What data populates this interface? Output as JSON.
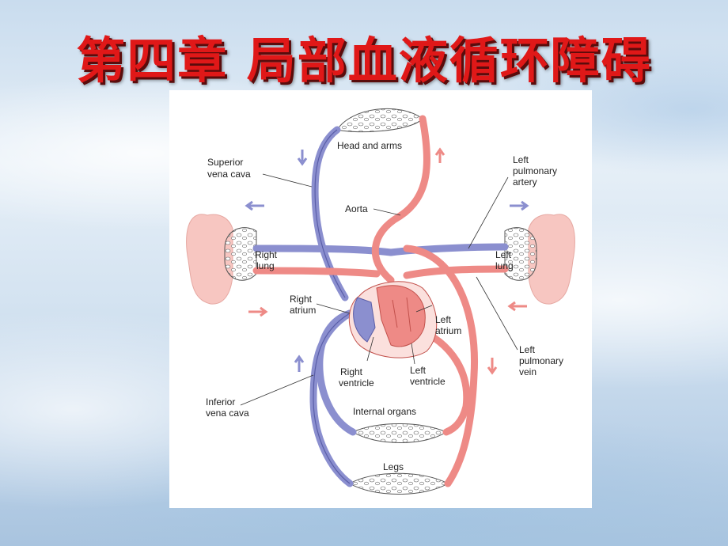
{
  "slide": {
    "title": "第四章  局部血液循环障碍"
  },
  "diagram": {
    "labels": {
      "head_arms": "Head and arms",
      "superior_vc_1": "Superior",
      "superior_vc_2": "vena cava",
      "aorta": "Aorta",
      "left_pa_1": "Left",
      "left_pa_2": "pulmonary",
      "left_pa_3": "artery",
      "right_lung_1": "Right",
      "right_lung_2": "lung",
      "left_lung_1": "Left",
      "left_lung_2": "lung",
      "right_atrium_1": "Right",
      "right_atrium_2": "atrium",
      "left_atrium_1": "Left",
      "left_atrium_2": "atrium",
      "left_pv_1": "Left",
      "left_pv_2": "pulmonary",
      "left_pv_3": "vein",
      "right_ventricle_1": "Right",
      "right_ventricle_2": "ventricle",
      "left_ventricle_1": "Left",
      "left_ventricle_2": "ventricle",
      "inferior_vc_1": "Inferior",
      "inferior_vc_2": "vena cava",
      "internal_organs": "Internal organs",
      "legs": "Legs"
    },
    "colors": {
      "deoxygenated": "#8b8fcf",
      "deoxygenated_stroke": "#5a5ea8",
      "oxygenated": "#ee8a86",
      "oxygenated_stroke": "#c2514c",
      "lung_tissue": "#f8c9c4"
    }
  }
}
